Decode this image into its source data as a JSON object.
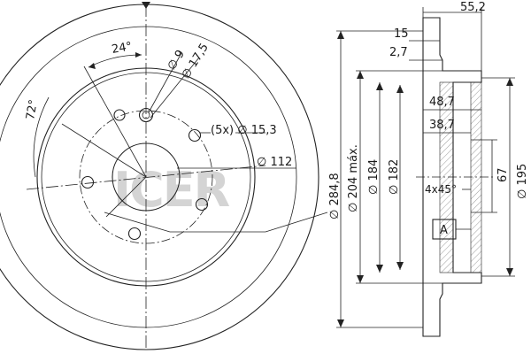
{
  "front_view": {
    "angle_a": "24°",
    "angle_b": "72°",
    "dia_small_hole": "∅ 9",
    "dia_small_hole_pcd": "∅ 17,5",
    "bolt_holes": "(5x) ∅ 15,3",
    "center_bore": "∅ 112"
  },
  "logo": {
    "text": "ICER"
  },
  "section_view": {
    "width_total": "55,2",
    "thickness": "15",
    "hat_step": "2,7",
    "depth_outer": "48,7",
    "depth_inner": "38,7",
    "dia_outer": "∅ 284,8",
    "dia_max": "∅ 204 máx.",
    "dia_184": "∅ 184",
    "dia_182": "∅ 182",
    "dia_195": "∅ 195",
    "height_67": "67",
    "chamfer": "4x45°",
    "datum": "A"
  }
}
